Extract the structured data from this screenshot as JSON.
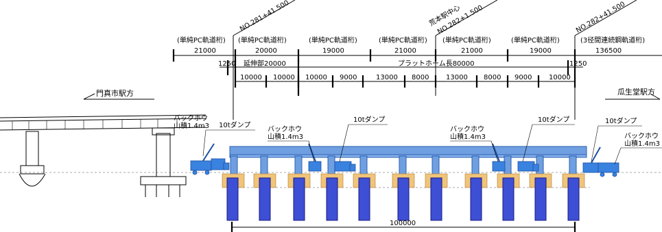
{
  "stations": {
    "no_281": "NO.281+41.500",
    "araki_label": "荒本駅中心",
    "no_282_center": "NO.282+1.500",
    "no_282_end": "NO.282+41.500"
  },
  "girders": [
    {
      "type": "(単純PC軌道桁)",
      "length": "21000"
    },
    {
      "type": "(単純PC軌道桁)",
      "length": "20000"
    },
    {
      "type": "(単純PC軌道桁)",
      "length": "19000"
    },
    {
      "type": "(単純PC軌道桁)",
      "length": "21000"
    },
    {
      "type": "(単純PC軌道桁)",
      "length": "21000"
    },
    {
      "type": "(単純PC軌道桁)",
      "length": "19000"
    },
    {
      "type": "(3径間連続鋼軌道桁)",
      "length": "136500"
    }
  ],
  "row2": {
    "left_gap": "1250",
    "extension": "延伸部20000",
    "platform": "プラットホーム長80000",
    "right_gap": "1250"
  },
  "row3": [
    "10000",
    "10000",
    "10000",
    "9000",
    "13000",
    "8000",
    "13000",
    "8000",
    "9000",
    "10000"
  ],
  "directions": {
    "left": "門真市駅方",
    "right": "瓜生堂駅方"
  },
  "equipment": {
    "backhoe_left": "バックホウ",
    "backhoe_left_cap": "山積1.4m3",
    "dump_left": "10tダンプ",
    "backhoe_mid1": "バックホウ",
    "backhoe_mid1_cap": "山積1.4m3",
    "dump_mid1": "10tダンプ",
    "backhoe_mid2": "バックホウ",
    "backhoe_mid2_cap": "山積1.4m3",
    "dump_mid2": "10tダンプ",
    "dump_right": "10tダンプ",
    "backhoe_right": "バックホウ",
    "backhoe_right_cap": "山積1.4m3"
  },
  "bottom_dimension": "100000",
  "colors": {
    "structure": "#6f9fe0",
    "pile": "#3d4fd4",
    "footing": "#f0c47a",
    "machine": "#3a82e0"
  }
}
